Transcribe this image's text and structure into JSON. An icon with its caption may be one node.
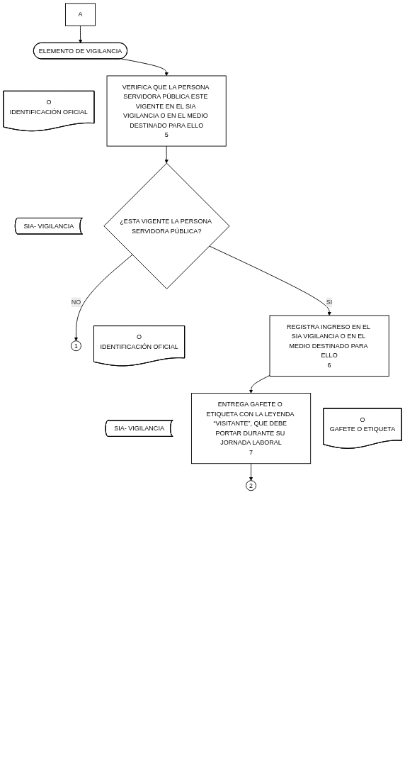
{
  "diagram": {
    "nodes": [
      {
        "text": [
          "A"
        ]
      },
      {
        "text": [
          "ELEMENTO DE VIGILANCIA"
        ]
      },
      {
        "text": [
          "VERIFICA QUE LA PERSONA SERVIDORA PÚBLICA ESTE VIGENTE EN EL SIA VIGILANCIA O EN EL MEDIO DESTINADO PARA ELLO",
          "5"
        ]
      },
      {
        "text": [
          "O",
          "IDENTIFICACIÓN OFICIAL"
        ]
      },
      {
        "text": [
          "SIA- VIGILANCIA"
        ]
      },
      {
        "text": [
          "¿ESTA VIGENTE LA PERSONA SERVIDORA PÚBLICA?"
        ]
      },
      {
        "text": [
          "1"
        ]
      },
      {
        "text": [
          "REGISTRA INGRESO EN EL SIA VIGILANCIA O EN EL MEDIO DESTINADO PARA ELLO",
          "6"
        ]
      },
      {
        "text": [
          "O",
          "IDENTIFICACIÓN OFICIAL"
        ]
      },
      {
        "text": [
          "SIA- VIGILANCIA"
        ]
      },
      {
        "text": [
          "ENTREGA GAFETE O ETIQUETA CON LA LEYENDA “VISITANTE”, QUE DEBE PORTAR DURANTE SU JORNADA LABORAL",
          "7"
        ]
      },
      {
        "text": [
          "O",
          "GAFETE O ETIQUETA"
        ]
      },
      {
        "text": [
          "2"
        ]
      }
    ],
    "edges": [
      {
        "from": 0,
        "to": 1,
        "arrow": "to"
      },
      {
        "from": 1,
        "to": 2,
        "arrow": "to"
      },
      {
        "from": 2,
        "to": 5,
        "arrow": "to"
      },
      {
        "from": 5,
        "to": 6,
        "arrow": "to",
        "label": "NO"
      },
      {
        "from": 5,
        "to": 7,
        "arrow": "to",
        "label": "SI"
      },
      {
        "from": 7,
        "to": 10,
        "arrow": "to"
      },
      {
        "from": 10,
        "to": 12,
        "arrow": "to"
      }
    ]
  }
}
